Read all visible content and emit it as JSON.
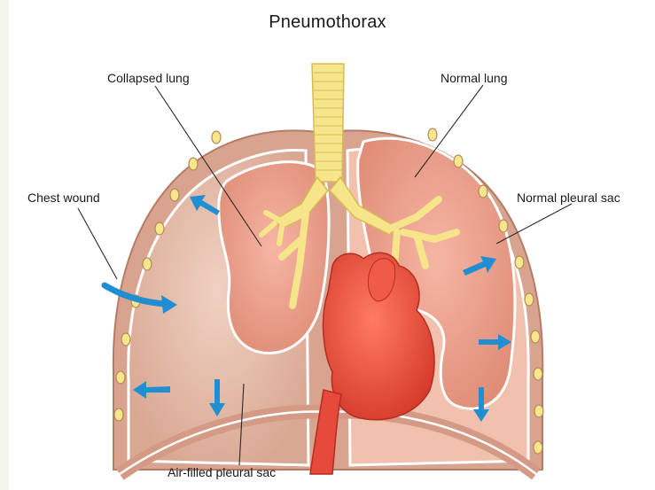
{
  "title": "Pneumothorax",
  "labels": {
    "collapsed_lung": "Collapsed lung",
    "normal_lung": "Normal lung",
    "chest_wound": "Chest wound",
    "normal_pleural_sac": "Normal pleural sac",
    "air_filled_pleural_sac": "Air-filled pleural sac"
  },
  "colors": {
    "chest_wall": "#d9a48f",
    "cavity_left": "#ebc6b4",
    "lung": "#eda38e",
    "heart": "#e54a3a",
    "trachea": "#f6e58a",
    "arrow": "#1f8fd1"
  }
}
